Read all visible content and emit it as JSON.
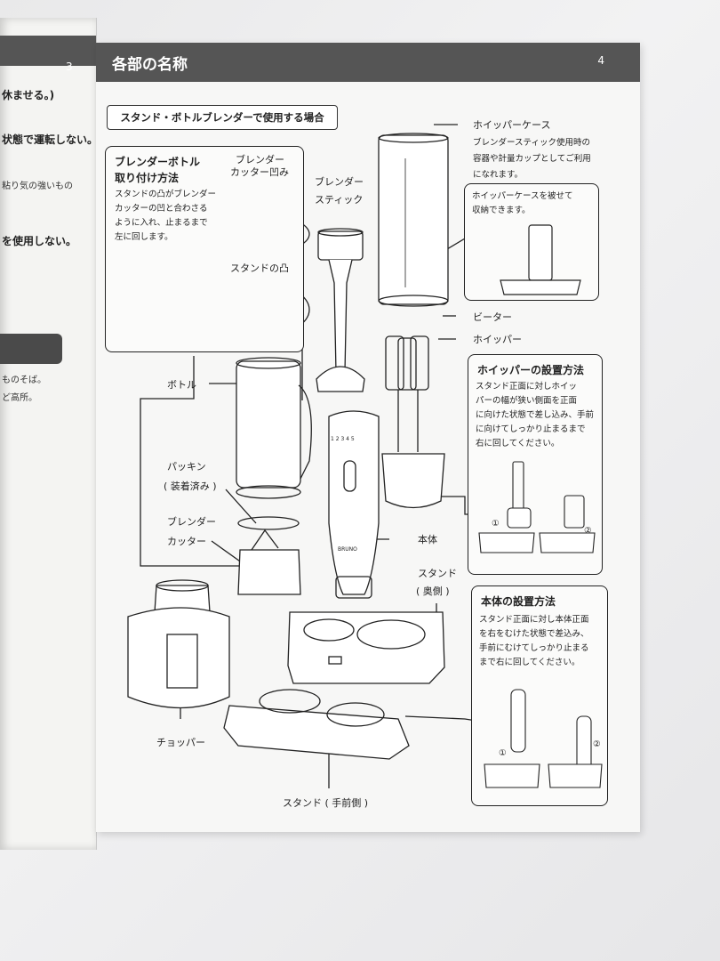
{
  "left_page": {
    "page_number": "3",
    "lines": [
      "休ませる。)",
      "状態で運転しない。",
      "粘り気の強いもの",
      "を使用しない。",
      "ものそば。",
      "ど高所。"
    ]
  },
  "header": {
    "title": "各部の名称",
    "page_number": "4"
  },
  "section_tab": "スタンド・ボトルブレンダーで使用する場合",
  "blender_bottle_box": {
    "title_line1": "ブレンダーボトル",
    "title_line2": "取り付け方法",
    "text": [
      "スタンドの凸がブレンダー",
      "カッターの凹と合わさる",
      "ように入れ、止まるまで",
      "左に回します。"
    ],
    "callout_cutter": [
      "ブレンダー",
      "カッター凹み"
    ],
    "callout_stand": "スタンドの凸"
  },
  "whipper_case": {
    "label": "ホイッパーケース",
    "desc": [
      "ブレンダースティック使用時の",
      "容器や計量カップとしてご利用",
      "になれます。"
    ],
    "inset_text": [
      "ホイッパーケースを被せて",
      "収納できます。"
    ]
  },
  "labels": {
    "blender_stick": [
      "ブレンダー",
      "スティック"
    ],
    "beater": "ビーター",
    "whipper": "ホイッパー",
    "bottle": "ボトル",
    "packing": [
      "パッキン",
      "( 装着済み )"
    ],
    "blender_cutter": [
      "ブレンダー",
      "カッター"
    ],
    "main_body": "本体",
    "stand_back": [
      "スタンド",
      "( 奥側 )"
    ],
    "chopper": "チョッパー",
    "stand_front": "スタンド ( 手前側 )",
    "brand": "BRUNO",
    "speed_marks": "1 2 3 4 5"
  },
  "whipper_install_box": {
    "title": "ホイッパーの設置方法",
    "text": [
      "スタンド正面に対しホイッ",
      "パーの幅が狭い側面を正面",
      "に向けた状態で差し込み、手前",
      "に向けてしっかり止まるまで",
      "右に回してください。"
    ],
    "step1": "①",
    "step2": "②"
  },
  "main_install_box": {
    "title": "本体の設置方法",
    "text": [
      "スタンド正面に対し本体正面",
      "を右をむけた状態で差込み、",
      "手前にむけてしっかり止まる",
      "まで右に回してください。"
    ],
    "step1": "①",
    "step2": "②"
  }
}
